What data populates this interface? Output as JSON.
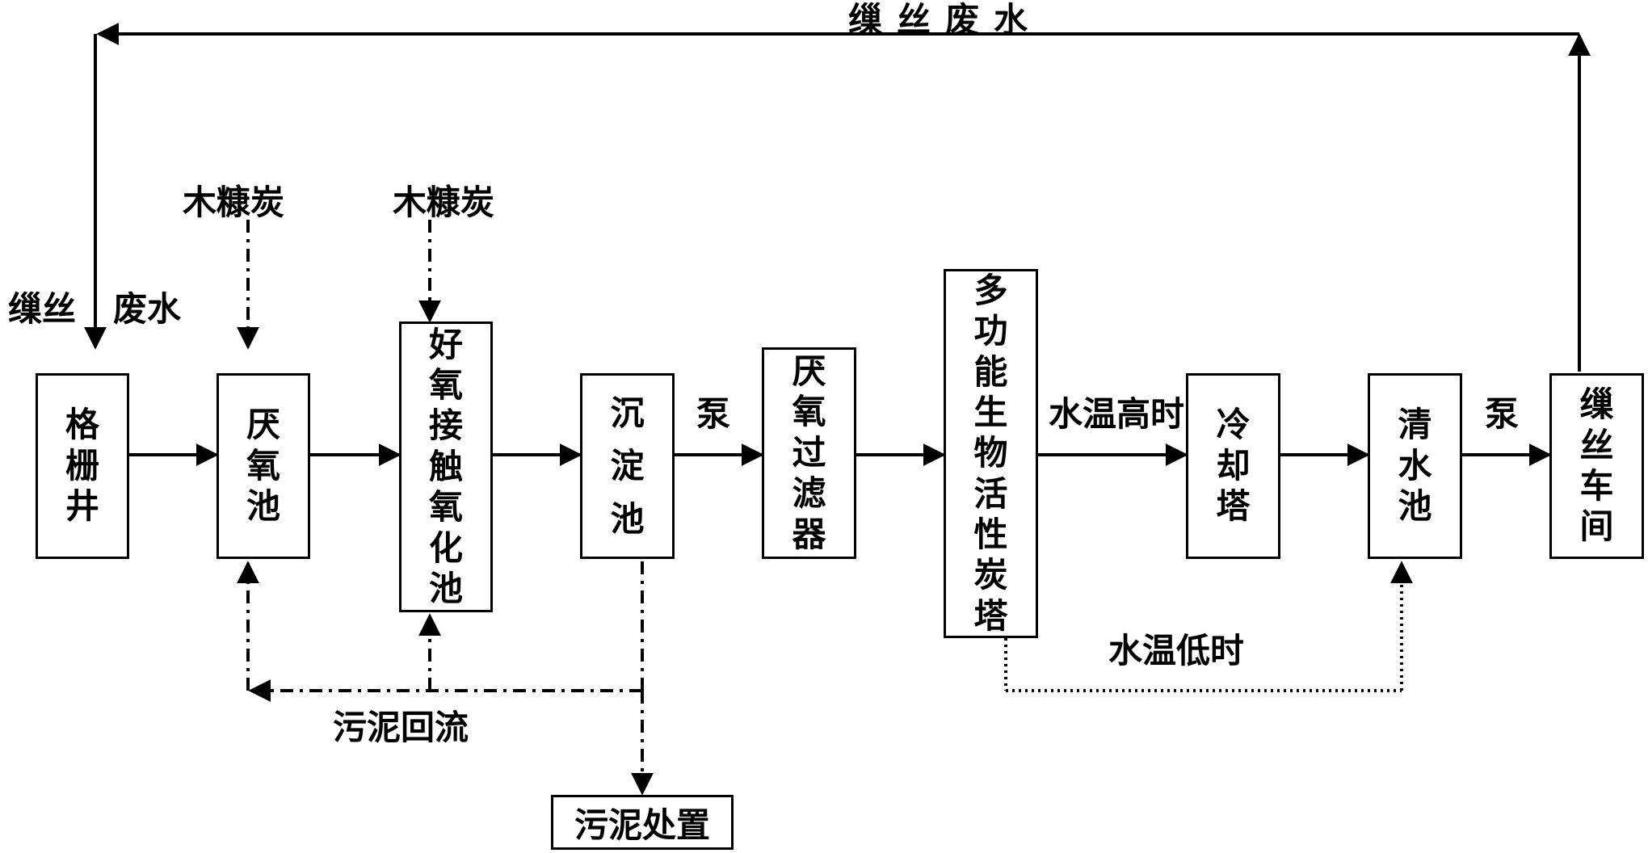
{
  "top_label": "缫丝废水",
  "inlet_label": {
    "left": "缫丝",
    "right": "废水"
  },
  "biochar_labels": [
    "木糠炭",
    "木糠炭"
  ],
  "pump_labels": [
    "泵",
    "泵"
  ],
  "branch_labels": {
    "high_temp": "水温高时",
    "low_temp": "水温低时"
  },
  "sludge_return_label": "污泥回流",
  "units": {
    "grille_well": "格栅井",
    "anaerobic_tank": "厌氧池",
    "aerobic_contact_tank": "好氧接触氧化池",
    "sedimentation_tank": "沉淀池",
    "anaerobic_filter": "厌氧过滤器",
    "bio_carbon_tower": "多功能生物活性炭塔",
    "cooling_tower": "冷却塔",
    "clear_water_tank": "清水池",
    "reeling_workshop": "缫丝车间",
    "sludge_disposal": "污泥处置"
  }
}
